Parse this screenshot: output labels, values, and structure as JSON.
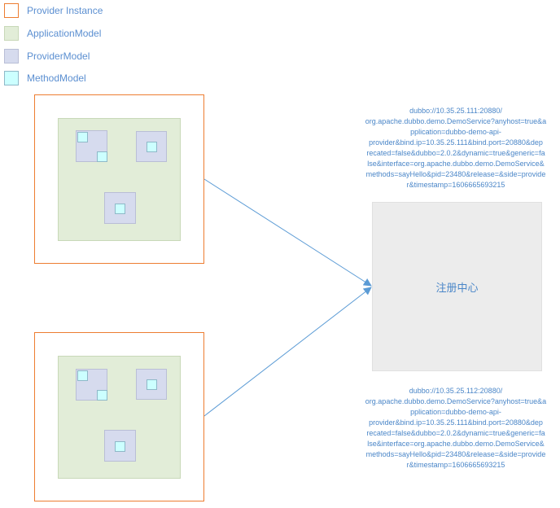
{
  "legend": [
    {
      "label": "Provider Instance",
      "fill": "#ffffff",
      "stroke": "#ed7d31"
    },
    {
      "label": "ApplicationModel",
      "fill": "#e2edd8",
      "stroke": "#c8d8b8"
    },
    {
      "label": "ProviderModel",
      "fill": "#d6dbee",
      "stroke": "#b9bed6"
    },
    {
      "label": "MethodModel",
      "fill": "#ccffff",
      "stroke": "#8fb8c8"
    }
  ],
  "registry": {
    "label": "注册中心"
  },
  "urls": {
    "top": [
      "dubbo://10.35.25.111:20880/",
      "org.apache.dubbo.demo.DemoService?anyhost=true&a",
      "pplication=dubbo-demo-api-",
      "provider&bind.ip=10.35.25.111&bind.port=20880&dep",
      "recated=false&dubbo=2.0.2&dynamic=true&generic=fa",
      "lse&interface=org.apache.dubbo.demo.DemoService&",
      "methods=sayHello&pid=23480&release=&side=provide",
      "r&timestamp=1606665693215"
    ],
    "bottom": [
      "dubbo://10.35.25.112:20880/",
      "org.apache.dubbo.demo.DemoService?anyhost=true&a",
      "pplication=dubbo-demo-api-",
      "provider&bind.ip=10.35.25.111&bind.port=20880&dep",
      "recated=false&dubbo=2.0.2&dynamic=true&generic=fa",
      "lse&interface=org.apache.dubbo.demo.DemoService&",
      "methods=sayHello&pid=23480&release=&side=provide",
      "r&timestamp=1606665693215"
    ]
  },
  "colors": {
    "arrow": "#5b9bd5",
    "text": "#4a86c8"
  }
}
